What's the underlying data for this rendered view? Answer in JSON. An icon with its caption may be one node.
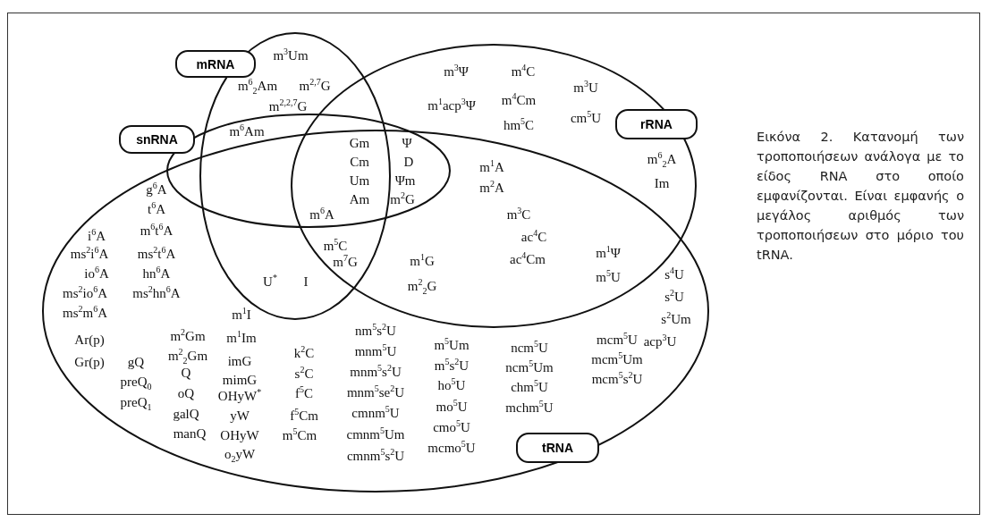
{
  "diagram": {
    "caption": "Εικόνα 2. Κατανομή των τροποποιήσεων ανάλογα με το είδος RNA στο οποίο εμφανίζονται. Είναι εμφανής ο μεγάλος αριθμός των τροποποιήσεων στο μόριο του tRNA.",
    "nodes": [
      {
        "text": [
          "mRNA"
        ]
      },
      {
        "text": [
          "snRNA"
        ]
      },
      {
        "text": [
          "rRNA"
        ]
      },
      {
        "text": [
          "tRNA"
        ]
      }
    ],
    "labels": [
      "m$^{3}$Um",
      "m$^{6}$$_{2}$Am",
      "m$^{2,7}$G",
      "m$^{3}$Ψ",
      "m$^{4}$C",
      "m$^{3}$U",
      "m$^{2,2,7}$G",
      "m$^{1}$acp$^{3}$Ψ",
      "m$^{4}$Cm",
      "m$^{6}$Am",
      "hm$^{5}$C",
      "cm$^{5}$U",
      "Gm",
      "Cm",
      "Um",
      "Am",
      "Ψ",
      "D",
      "Ψm",
      "m$^{2}$G",
      "m$^{1}$A",
      "m$^{6}$$_{2}$A",
      "m$^{2}$A",
      "Im",
      "g$^{6}$A",
      "t$^{6}$A",
      "i$^{6}$A",
      "m$^{6}$t$^{6}$A",
      "ms$^{2}$i$^{6}$A",
      "ms$^{2}$t$^{6}$A",
      "io$^{6}$A",
      "hn$^{6}$A",
      "ms$^{2}$io$^{6}$A",
      "ms$^{2}$hn$^{6}$A",
      "ms$^{2}$m$^{6}$A",
      "m$^{6}$A",
      "m$^{3}$C",
      "ac$^{4}$C",
      "ac$^{4}$Cm",
      "m$^{1}$Ψ",
      "m$^{5}$U",
      "m$^{5}$C",
      "m$^{7}$G",
      "m$^{1}$G",
      "U$^{*}$",
      "I",
      "m$^{2}$$_{2}$G",
      "s$^{4}$U",
      "s$^{2}$U",
      "s$^{2}$Um",
      "acp$^{3}$U",
      "m$^{1}$I",
      "Ar(p)",
      "m$^{2}$Gm",
      "m$^{1}$Im",
      "Gr(p)",
      "gQ",
      "m$^{2}$$_{2}$Gm",
      "imG",
      "k$^{2}$C",
      "preQ$_{0}$",
      "Q",
      "mimG",
      "s$^{2}$C",
      "preQ$_{1}$",
      "oQ",
      "OHyW$^{*}$",
      "f$^{5}$C",
      "galQ",
      "yW",
      "f$^{5}$Cm",
      "manQ",
      "OHyW",
      "m$^{5}$Cm",
      "o$_{2}$yW",
      "nm$^{5}$s$^{2}$U",
      "mnm$^{5}$U",
      "mnm$^{5}$s$^{2}$U",
      "mnm$^{5}$se$^{2}$U",
      "cmnm$^{5}$U",
      "cmnm$^{5}$Um",
      "cmnm$^{5}$s$^{2}$U",
      "m$^{5}$Um",
      "m$^{5}$s$^{2}$U",
      "ho$^{5}$U",
      "mo$^{5}$U",
      "cmo$^{5}$U",
      "mcmo$^{5}$U",
      "ncm$^{5}$U",
      "ncm$^{5}$Um",
      "chm$^{5}$U",
      "mchm$^{5}$U",
      "mcm$^{5}$U",
      "mcm$^{5}$Um",
      "mcm$^{5}$s$^{2}$U"
    ]
  }
}
